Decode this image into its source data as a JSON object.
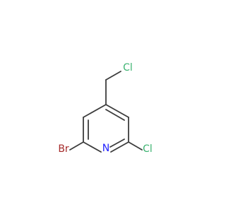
{
  "molecule": {
    "atoms": {
      "chloromethyl_cl": {
        "label": "Cl",
        "color": "#3cb371"
      },
      "ring_n": {
        "label": "N",
        "color": "#2323ff"
      },
      "bromo": {
        "label": "Br",
        "color": "#a52a2a"
      },
      "chloro": {
        "label": "Cl",
        "color": "#3cb371"
      }
    },
    "bond_color": "#3c3c3c"
  }
}
